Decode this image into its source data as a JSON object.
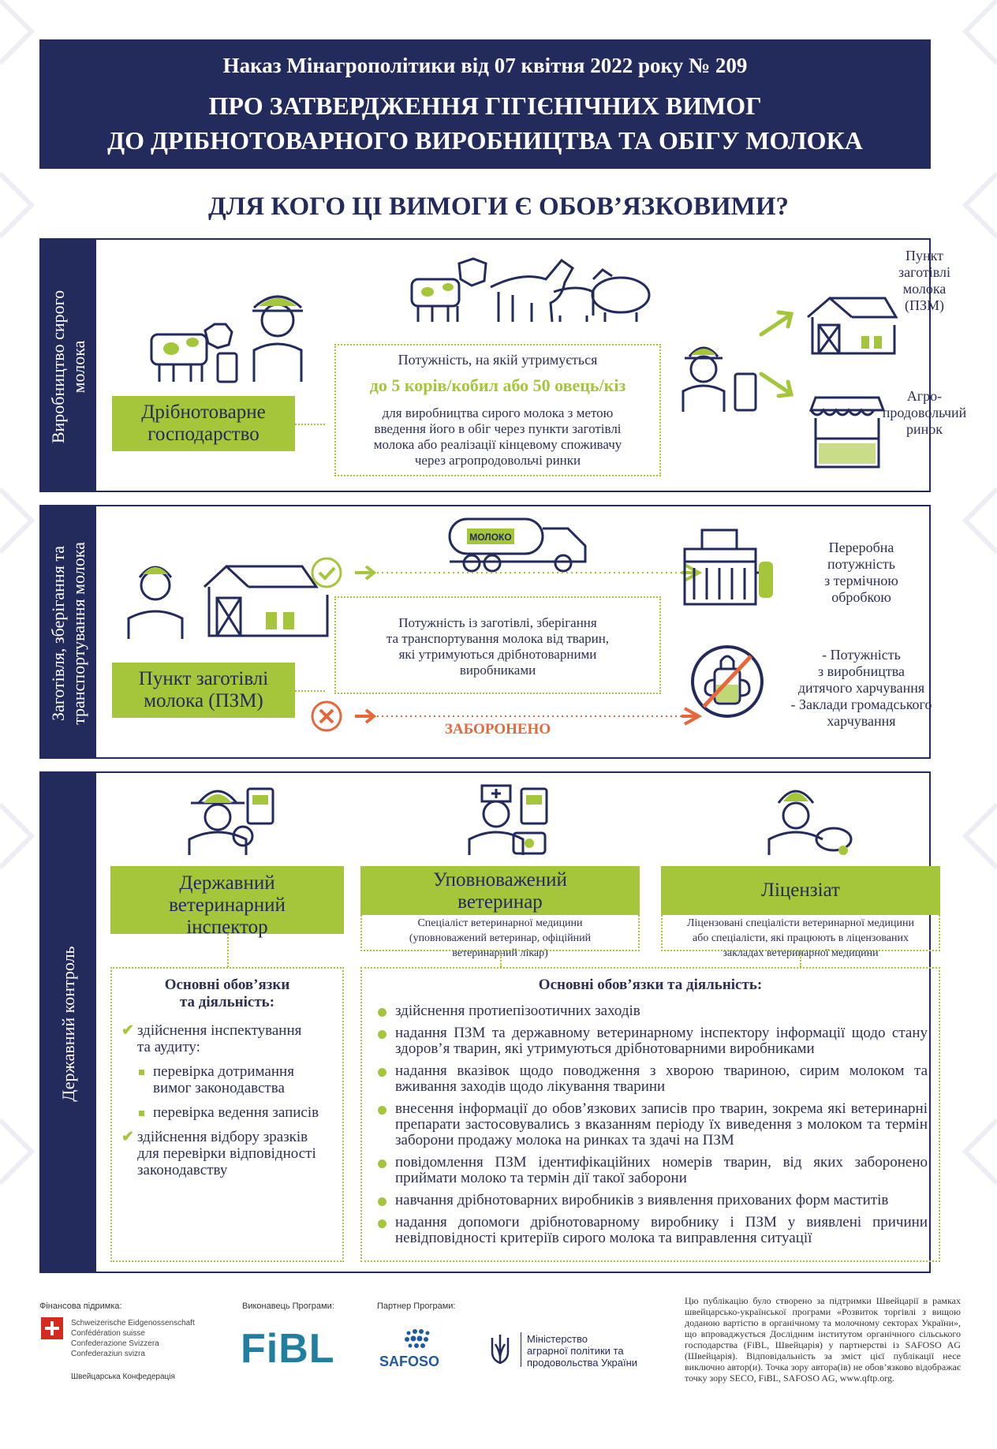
{
  "header": {
    "line1": "Наказ Мінагрополітики від 07 квітня 2022 року № 209",
    "line2": "ПРО ЗАТВЕРДЖЕННЯ ГІГІЄНІЧНИХ ВИМОГ",
    "line3": "ДО ДРІБНОТОВАРНОГО ВИРОБНИЦТВА ТА ОБІГУ МОЛОКА"
  },
  "question": "ДЛЯ КОГО ЦІ ВИМОГИ Є ОБОВ’ЯЗКОВИМИ?",
  "section1": {
    "side_label_1": "Виробництво сирого",
    "side_label_2": "молока",
    "farm_label_1": "Дрібнотоварне",
    "farm_label_2": "господарство",
    "capacity_intro": "Потужність, на якій утримується",
    "capacity_value": "до 5 корів/кобил або 50 овець/кіз",
    "capacity_desc_1": "для виробництва сирого молока з метою",
    "capacity_desc_2": "введення його в обіг через пункти заготівлі",
    "capacity_desc_3": "молока або реалізації кінцевому споживачу",
    "capacity_desc_4": "через агропродовольчі ринки",
    "dest1_1": "Пункт",
    "dest1_2": "заготівлі",
    "dest1_3": "молока",
    "dest1_4": "(ПЗМ)",
    "dest2_1": "Агро-",
    "dest2_2": "продовольчий",
    "dest2_3": "ринок"
  },
  "section2": {
    "side_label_1": "Заготівля, зберігання та",
    "side_label_2": "транспортування молока",
    "tank_label": "МОЛОКО",
    "point_label_1": "Пункт заготівлі",
    "point_label_2": "молока (ПЗМ)",
    "desc_1": "Потужність із заготівлі,  зберігання",
    "desc_2": "та транспортування молока від тварин,",
    "desc_3": "які утримуються дрібнотоварними",
    "desc_4": "виробниками",
    "forbidden": "ЗАБОРОНЕНО",
    "allowed_1": "Переробна",
    "allowed_2": "потужність",
    "allowed_3": "з термічною",
    "allowed_4": "обробкою",
    "forbidden_dest_1": "- Потужність",
    "forbidden_dest_2": "з виробництва",
    "forbidden_dest_3": "дитячого харчування",
    "forbidden_dest_4": "- Заклади громадського",
    "forbidden_dest_5": "харчування"
  },
  "section3": {
    "side_label": "Державний контроль",
    "role1_1": "Державний",
    "role1_2": "ветеринарний",
    "role1_3": "інспектор",
    "role2_1": "Уповноважений",
    "role2_2": "ветеринар",
    "role3": "Ліцензіат",
    "role2_desc_1": "Спеціаліст ветеринарної медицини",
    "role2_desc_2": "(уповноважений ветеринар, офіційний",
    "role2_desc_3": "ветеринарний лікар)",
    "role3_desc_1": "Ліцензовані спеціалісти ветеринарної медицини",
    "role3_desc_2": "або спеціалісти, які працюють в ліцензованих",
    "role3_desc_3": "закладах ветеринарної медицини",
    "duties_title_left_1": "Основні обов’язки",
    "duties_title_left_2": "та діяльність:",
    "insp_1a": "здійснення      інспектування",
    "insp_1b": "та аудиту:",
    "insp_sub1a": "перевірка    дотримання",
    "insp_sub1b": "вимог законодавства",
    "insp_sub2": "перевірка ведення записів",
    "insp_2a": "здійснення   відбору  зразків",
    "insp_2b": "для  перевірки  відповідності",
    "insp_2c": "законодавству",
    "duties_title_right": "Основні обов’язки та діяльність:",
    "duties": [
      "здійснення протиепізоотичних заходів",
      "надання ПЗМ та державному ветеринарному інспектору інформації щодо стану здоров’я тварин, які утримуються дрібнотоварними виробниками",
      "надання вказівок щодо поводження з хворою твариною, сирим молоком та вживання заходів щодо лікування тварини",
      "внесення інформації до обов’язкових записів про тварин, зокрема які ветеринарні препарати застосовувались з вказанням періоду їх виведення з молоком та термін заборони продажу молока на ринках та здачі на ПЗМ",
      "повідомлення ПЗМ ідентифікаційних номерів тварин, від яких заборонено приймати молоко та термін дії такої заборони",
      "навчання дрібнотоварних виробників з виявлення прихованих форм маститів",
      "надання допомоги дрібнотоварному виробнику і ПЗМ у виявлені причини невідповідності критеріїв сирого молока та виправлення ситуації"
    ]
  },
  "footer": {
    "funding_label": "Фінансова підримка:",
    "swiss_1": "Schweizerische Eidgenossenschaft",
    "swiss_2": "Confédération suisse",
    "swiss_3": "Confederazione Svizzera",
    "swiss_4": "Confederaziun svizra",
    "swiss_ua": "Швейцарська Конфедерація",
    "executor_label": "Виконавець Програми:",
    "fibl": "FiBL",
    "partner_label": "Партнер Програми:",
    "safoso": "SAFOSO",
    "ministry_1": "Міністерство",
    "ministry_2": "аграрної політики та",
    "ministry_3": "продовольства України",
    "disclaimer": "Цю публікацію було створено за підтримки Швейцарії в рамках швейцарсько-української програми «Розвиток торгівлі з вищою доданою вартістю в органічному та молочному секторах України», що впроваджується Дослідним інститутом органічного сільського господарства (FiBL, Швейцарія) у партнерстві із SAFOSO AG (Швейцарія). Відповідальність за зміст цієї публікації несе виключно автор(и). Точка зору автора(ів) не обов’язково відображає точку зору SECO, FiBL, SAFOSO AG, www.qftp.org."
  },
  "colors": {
    "navy": "#232a5c",
    "green": "#a5c63b",
    "orange": "#e8663a"
  }
}
